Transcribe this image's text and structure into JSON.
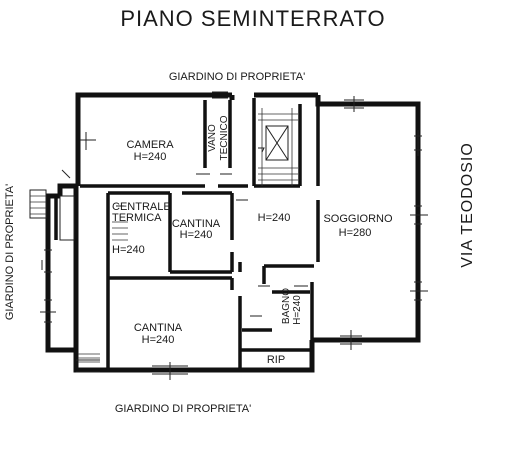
{
  "title": "PIANO   SEMINTERRATO",
  "surroundings": {
    "top": "GIARDINO DI PROPRIETA'",
    "left": "GIARDINO DI PROPRIETA'",
    "bottom": "GIARDINO DI PROPRIETA'",
    "right": "VIA TEODOSIO"
  },
  "rooms": {
    "camera": {
      "name": "CAMERA",
      "height": "H=240"
    },
    "vano_tecnico": {
      "line1": "VANO",
      "line2": "TECNICO"
    },
    "centrale_termica": {
      "line1": "CENTRALE",
      "line2": "TERMICA",
      "height": "H=240"
    },
    "cantina_mid": {
      "name": "CANTINA",
      "height": "H=240"
    },
    "corridor": {
      "height": "H=240"
    },
    "soggiorno": {
      "name": "SOGGIORNO",
      "height": "H=280"
    },
    "bagno": {
      "name": "BAGNO",
      "height": "H=240"
    },
    "cantina_low": {
      "name": "CANTINA",
      "height": "H=240"
    },
    "rip": {
      "name": "RIP"
    }
  }
}
